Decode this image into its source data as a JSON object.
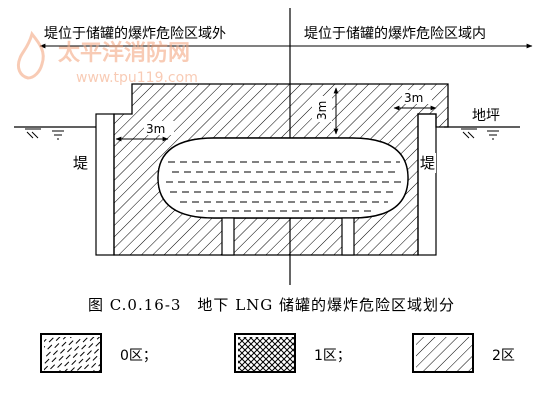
{
  "header": {
    "left": "堤位于储罐的爆炸危险区域外",
    "right": "堤位于储罐的爆炸危险区域内"
  },
  "labels": {
    "dim_top": "3m",
    "dim_right": "3m",
    "dim_left": "3m",
    "ground": "地坪",
    "dike_left": "堤",
    "dike_right": "堤"
  },
  "watermark": {
    "brand": "太平洋消防网",
    "url": "www.tpu119.com",
    "color": "#f4a27a"
  },
  "caption": "图 C.0.16-3　地下 LNG 储罐的爆炸危险区域划分",
  "legend": [
    {
      "pattern": "zone0",
      "label": "0区；"
    },
    {
      "pattern": "zone1",
      "label": "1区；"
    },
    {
      "pattern": "zone2",
      "label": "2区"
    }
  ],
  "colors": {
    "line": "#000000",
    "watermark": "#f4a27a",
    "liquid": "#000000"
  }
}
